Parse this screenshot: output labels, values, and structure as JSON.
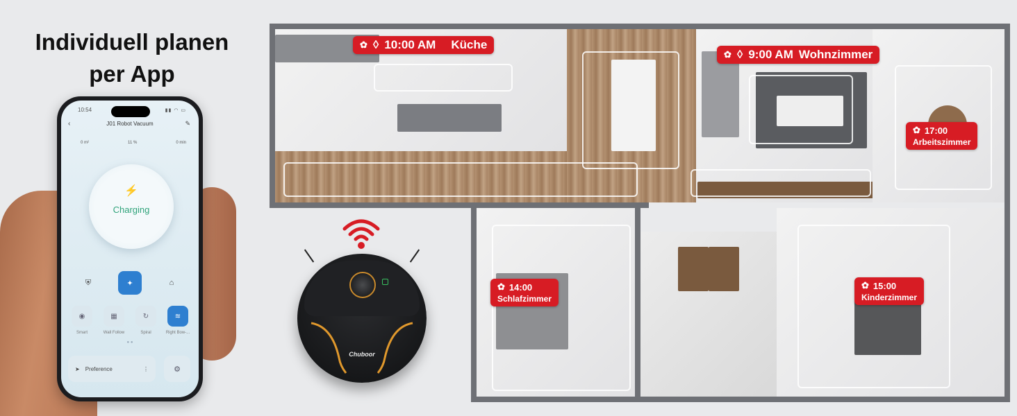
{
  "headline": {
    "line1": "Individuell planen",
    "line2": "per App"
  },
  "phone": {
    "time": "10:54",
    "app_title": "J01 Robot Vacuum",
    "stats": [
      "0 m²",
      "11 %",
      "0 min"
    ],
    "status": "Charging",
    "modes": [
      {
        "label": "Smart",
        "icon": "smart-icon",
        "active": false
      },
      {
        "label": "Wall Follow",
        "icon": "wall-follow-icon",
        "active": false
      },
      {
        "label": "Spiral",
        "icon": "spiral-icon",
        "active": false
      },
      {
        "label": "Right Bow-...",
        "icon": "right-bow-icon",
        "active": true
      }
    ],
    "preference_label": "Preference",
    "accent": "#2e7fd0",
    "status_color": "#2fa37a"
  },
  "robot": {
    "brand": "Chuboor"
  },
  "rooms": [
    {
      "time": "10:00 AM",
      "name": "Küche"
    },
    {
      "time": "9:00 AM",
      "name": "Wohnzimmer"
    },
    {
      "time": "17:00",
      "name": "Arbeitszimmer"
    },
    {
      "time": "14:00",
      "name": "Schlafzimmer"
    },
    {
      "time": "15:00",
      "name": "Kinderzimmer"
    }
  ],
  "label_color": "#d71c24"
}
